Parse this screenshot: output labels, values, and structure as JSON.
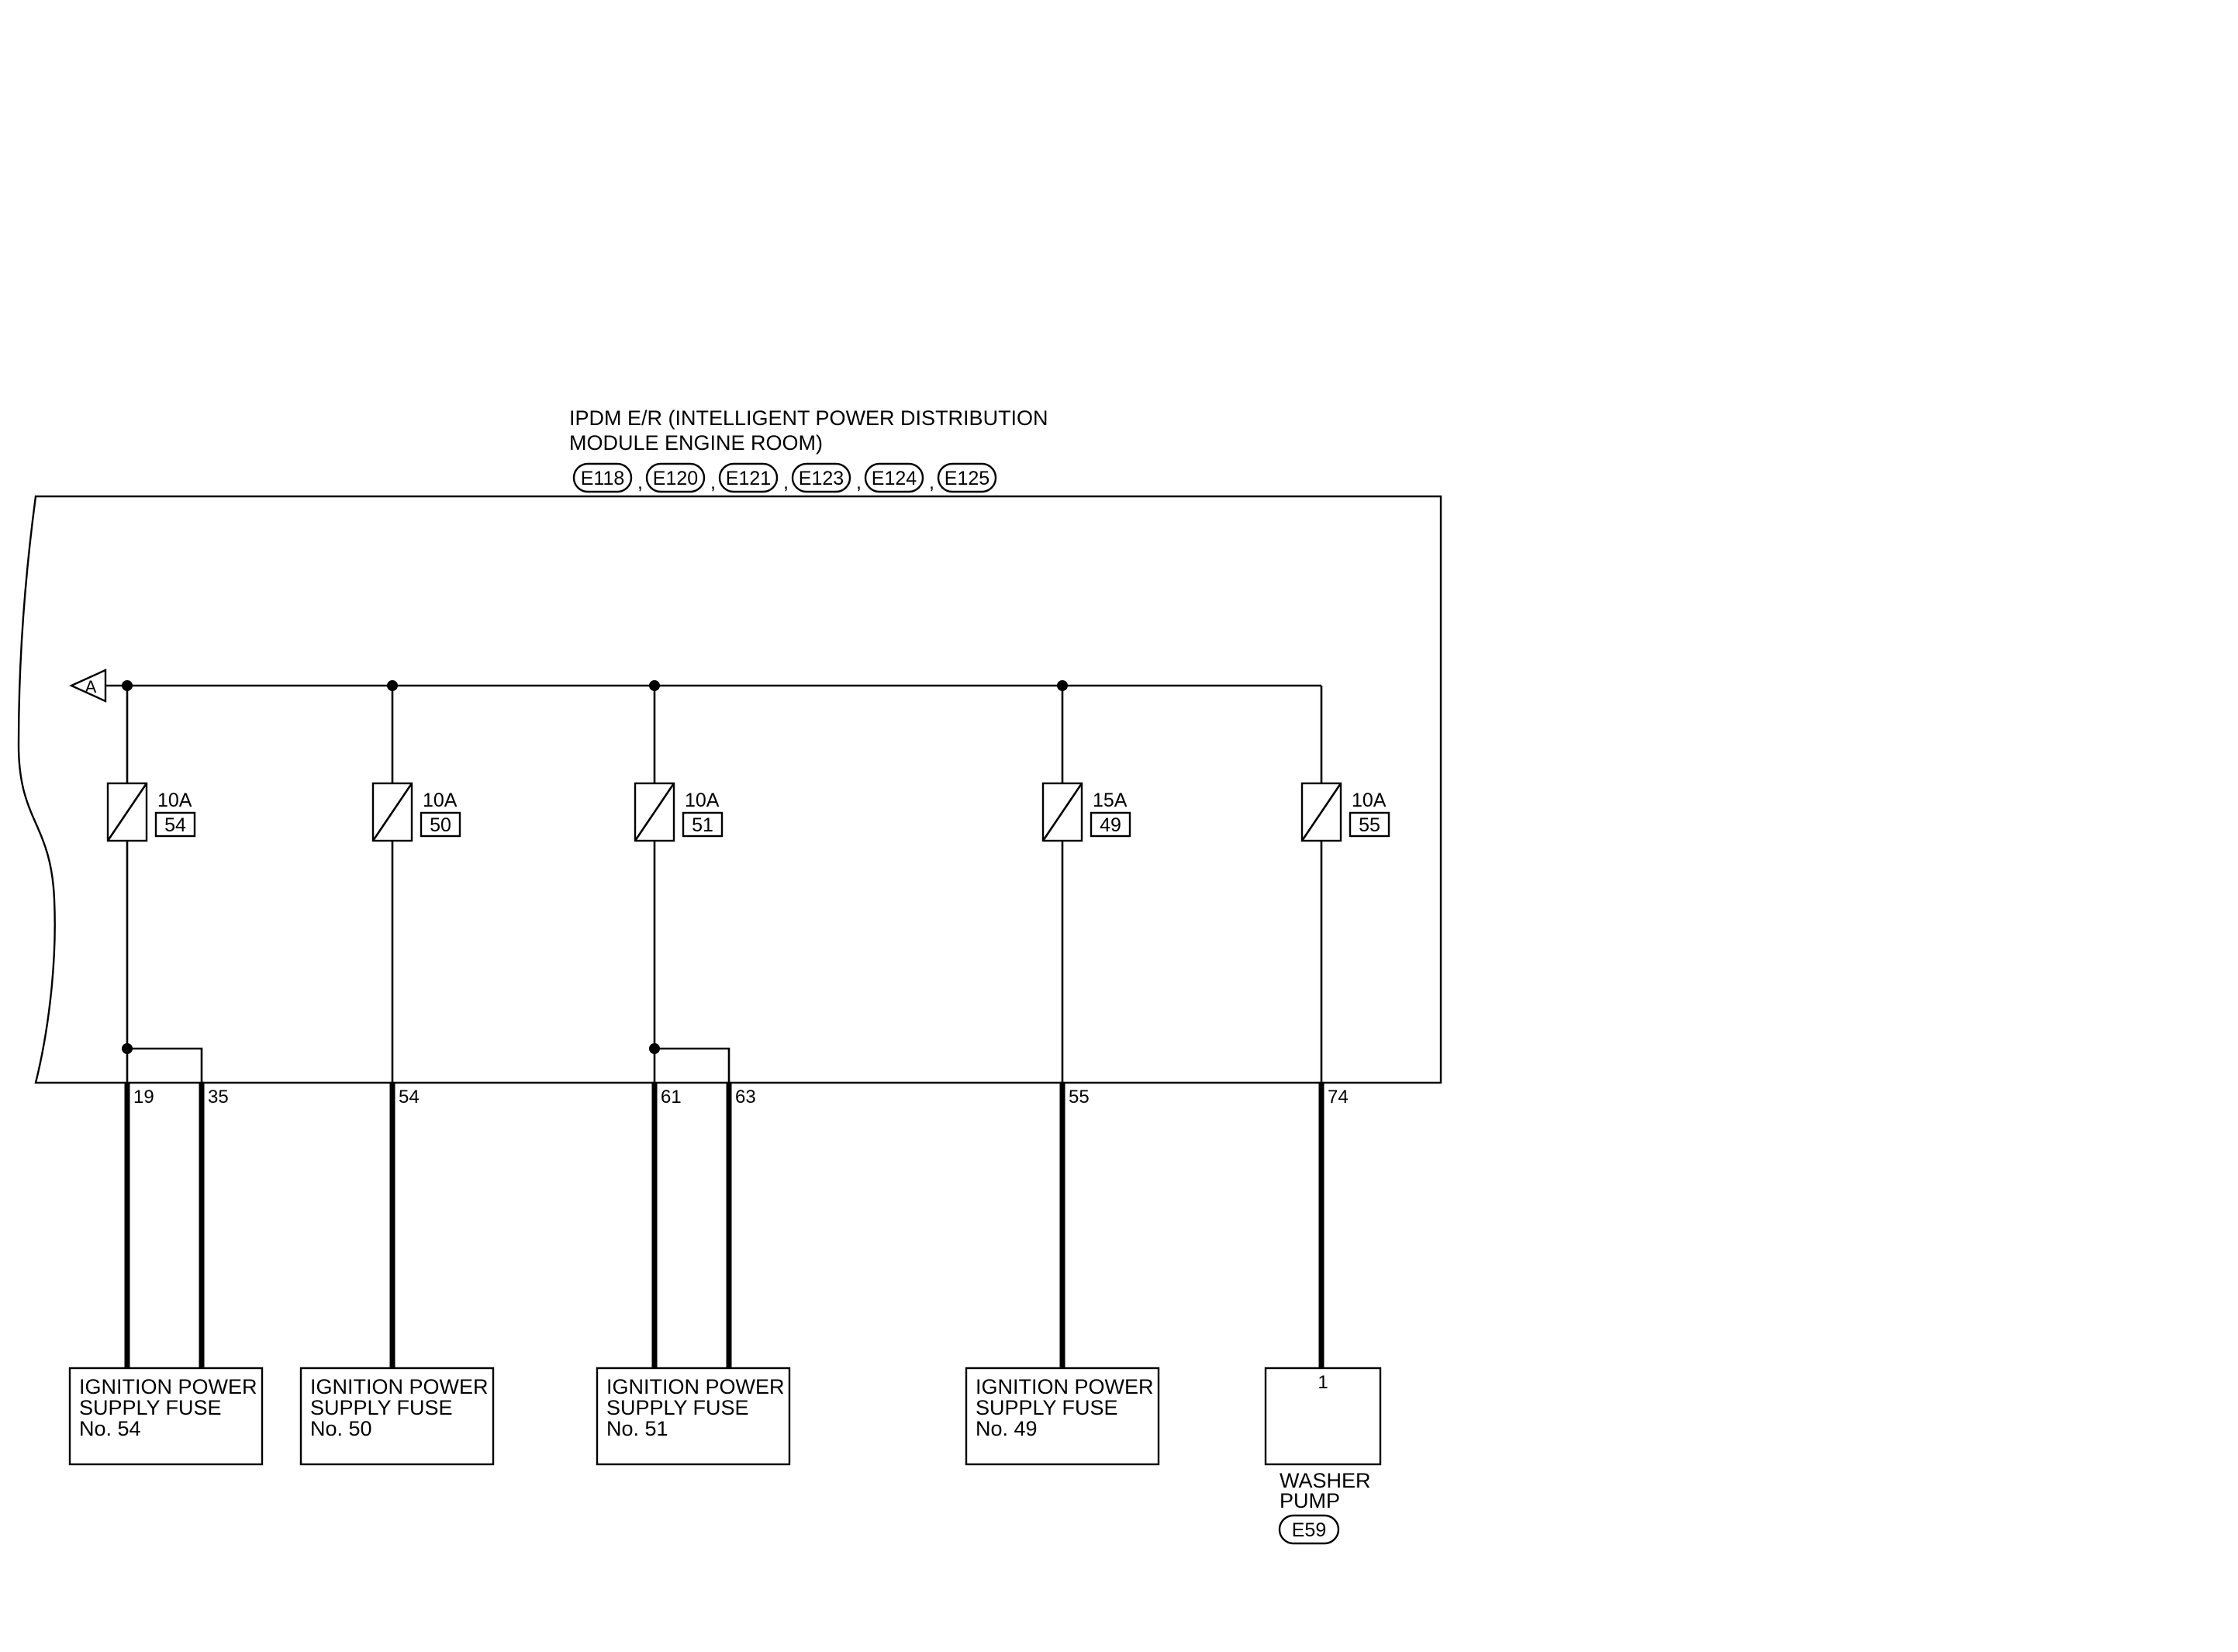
{
  "module": {
    "title_line1": "IPDM E/R (INTELLIGENT POWER DISTRIBUTION",
    "title_line2": "MODULE ENGINE ROOM)",
    "connectors": [
      "E118",
      "E120",
      "E121",
      "E123",
      "E124",
      "E125"
    ],
    "separator": ","
  },
  "bus": {
    "label": "A"
  },
  "fuses": [
    {
      "rating": "10A",
      "number": "54"
    },
    {
      "rating": "10A",
      "number": "50"
    },
    {
      "rating": "10A",
      "number": "51"
    },
    {
      "rating": "15A",
      "number": "49"
    },
    {
      "rating": "10A",
      "number": "55"
    }
  ],
  "pins": [
    "19",
    "35",
    "54",
    "61",
    "63",
    "55",
    "74"
  ],
  "destinations": [
    {
      "line1": "IGNITION POWER",
      "line2": "SUPPLY FUSE",
      "line3": "No. 54"
    },
    {
      "line1": "IGNITION POWER",
      "line2": "SUPPLY FUSE",
      "line3": "No. 50"
    },
    {
      "line1": "IGNITION POWER",
      "line2": "SUPPLY FUSE",
      "line3": "No. 51"
    },
    {
      "line1": "IGNITION POWER",
      "line2": "SUPPLY FUSE",
      "line3": "No. 49"
    }
  ],
  "washer_pump": {
    "pin": "1",
    "line1": "WASHER",
    "line2": "PUMP",
    "connector": "E59"
  }
}
